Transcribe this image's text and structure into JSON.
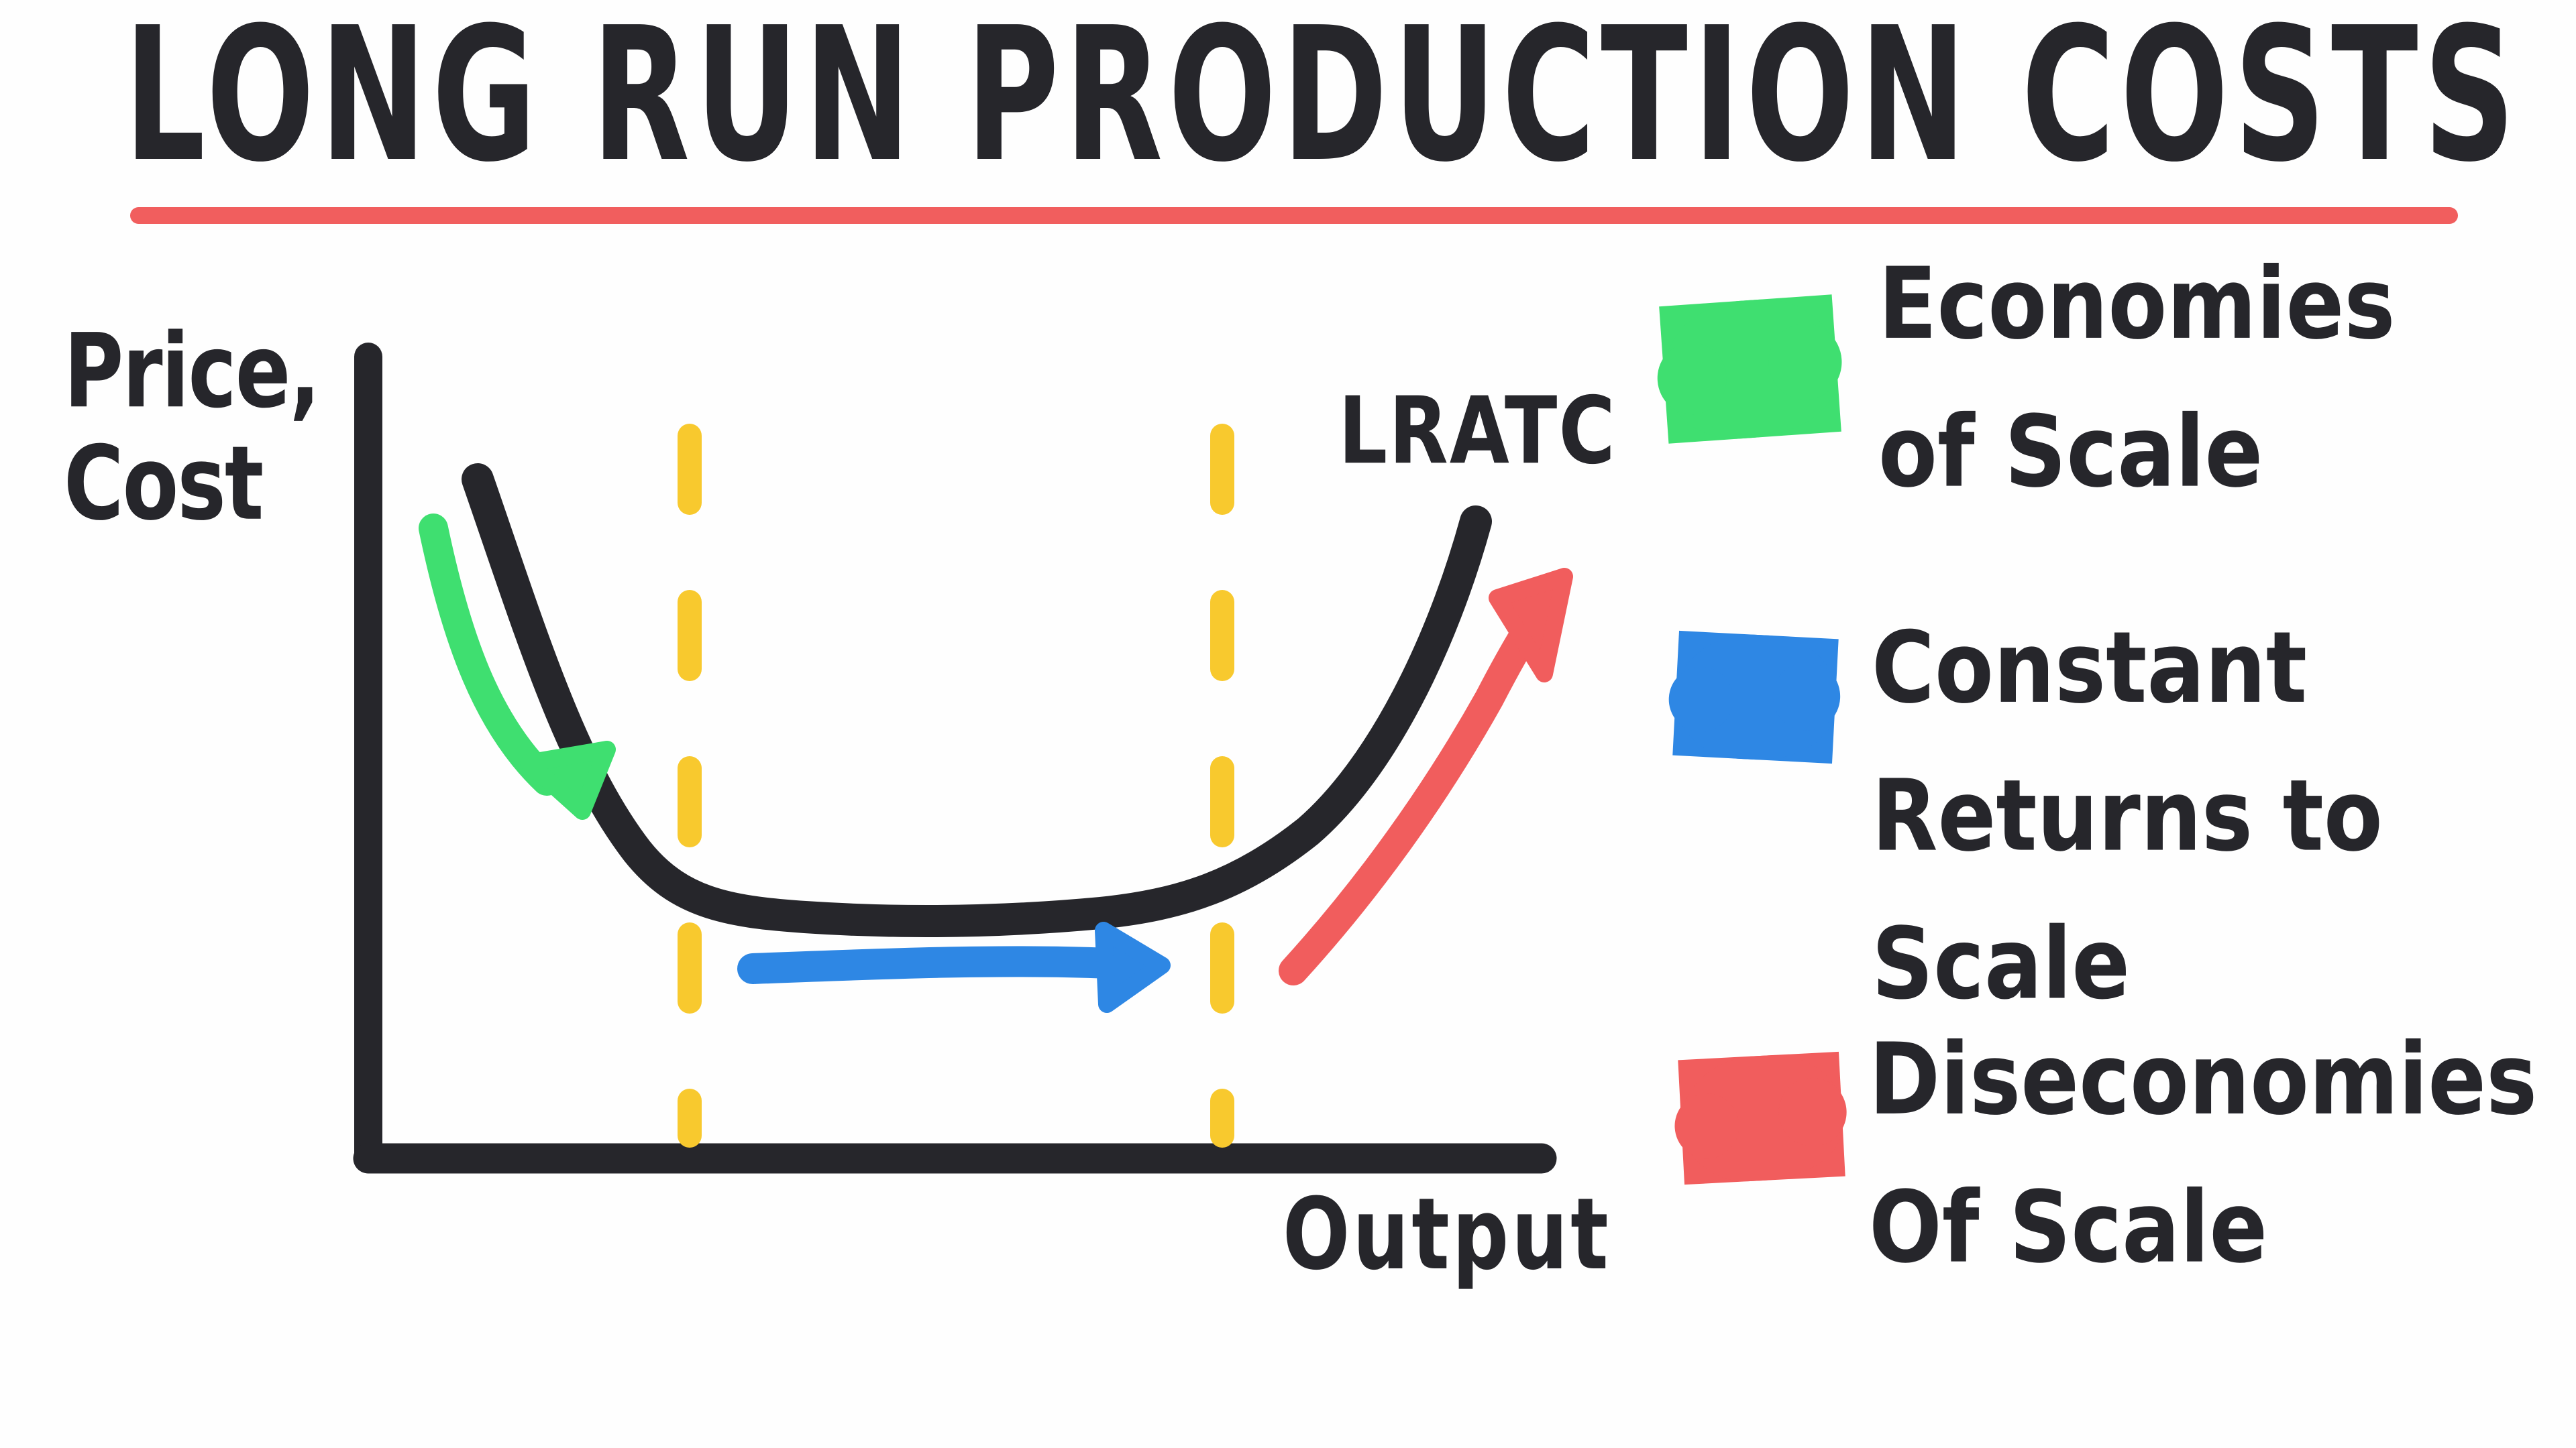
{
  "title": {
    "text": "LONG RUN PRODUCTION COSTS"
  },
  "diagram": {
    "y_axis_label": "Price, Cost",
    "y_axis_label_lines": [
      "Price,",
      "Cost"
    ],
    "x_axis_label": "Output",
    "curve_label": "LRATC"
  },
  "legend": {
    "items": [
      {
        "swatch": "green-scribble",
        "color": "#3fdf70",
        "label": "Economies of Scale",
        "lines": [
          "Economies",
          "of Scale"
        ]
      },
      {
        "swatch": "blue-scribble",
        "color": "#2e87e4",
        "label": "Constant Returns to Scale",
        "lines": [
          "Constant",
          "Returns to",
          "Scale"
        ]
      },
      {
        "swatch": "red-scribble",
        "color": "#f15d5d",
        "label": "Diseconomies of Scale",
        "lines": [
          "Diseconomies",
          "Of Scale"
        ]
      }
    ]
  },
  "colors": {
    "ink": "#26262b",
    "background": "#fefefe",
    "underline_red": "#f15e5e",
    "economies_green": "#3fdf70",
    "constant_blue": "#2e87e4",
    "diseconomies_red": "#f15d5d",
    "dashed_yellow": "#f8c92e"
  },
  "chart_data": {
    "type": "line",
    "title": "Long Run Production Costs",
    "xlabel": "Output",
    "ylabel": "Price, Cost",
    "axes_numeric": false,
    "series": [
      {
        "name": "LRATC",
        "shape": "U-shaped long-run average total cost curve: decreasing, then flat minimum between two dashed vertical guides, then increasing"
      }
    ],
    "regions": [
      {
        "position": "left of first yellow dashed line",
        "label": "Economies of Scale",
        "slope": "decreasing",
        "arrow_color": "#3fdf70"
      },
      {
        "position": "between the two yellow dashed lines",
        "label": "Constant Returns to Scale",
        "slope": "flat",
        "arrow_color": "#2e87e4"
      },
      {
        "position": "right of second yellow dashed line",
        "label": "Diseconomies of Scale",
        "slope": "increasing",
        "arrow_color": "#f15d5d"
      }
    ]
  }
}
